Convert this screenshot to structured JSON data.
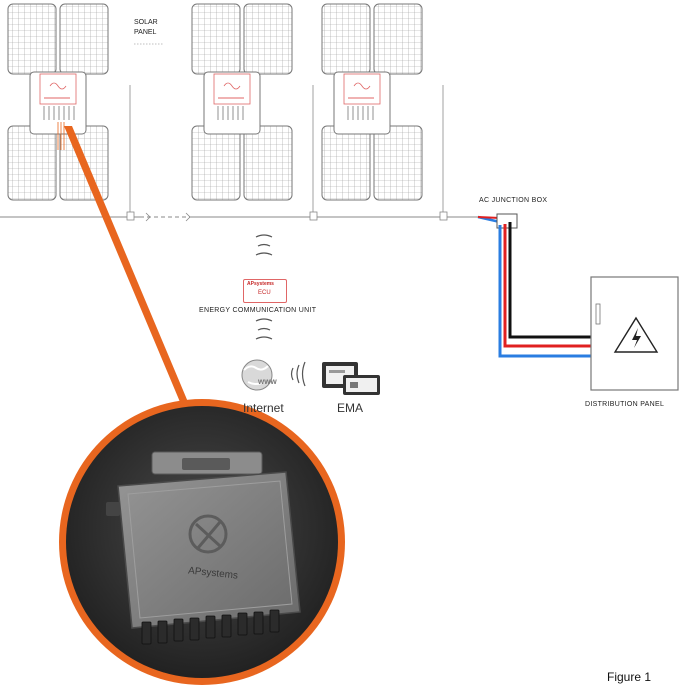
{
  "labels": {
    "solar_panel_line1": "SOLAR",
    "solar_panel_line2": "PANEL",
    "ac_junction_box": "AC JUNCTION BOX",
    "energy_communication_unit": "ENERGY COMMUNICATION UNIT",
    "ecu_brand": "APsystems",
    "ecu_label": "ECU",
    "distribution_panel": "DISTRIBUTION PANEL",
    "internet": "Internet",
    "ema": "EMA",
    "figure": "Figure 1",
    "microinverter_brand": "APsystems"
  },
  "colors": {
    "panel_line": "#8a8a8a",
    "inverter_red": "#e06666",
    "wire_black": "#111111",
    "wire_red": "#e02020",
    "wire_blue": "#2a7de1",
    "callout_orange": "#e8661f",
    "microinverter_body": "#7d7d7d"
  },
  "icons": {
    "solar_panel": "solar-panel-icon",
    "microinverter": "microinverter-icon",
    "wireless": "wireless-signal-icon",
    "internet": "globe-icon",
    "ema": "monitor-icon",
    "distribution_panel": "electrical-cabinet-icon",
    "high_voltage": "high-voltage-icon"
  }
}
